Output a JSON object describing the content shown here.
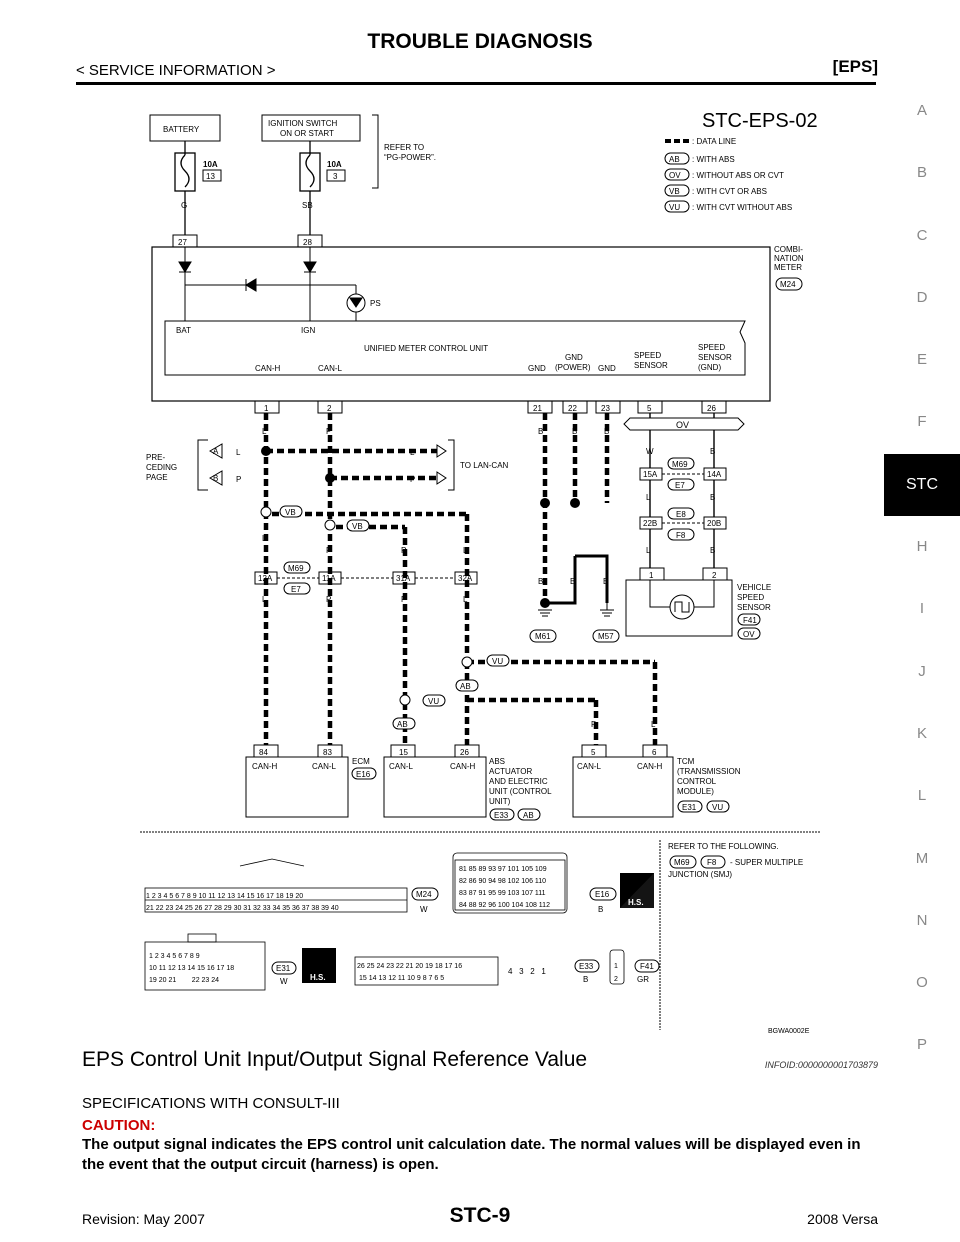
{
  "header": {
    "title": "TROUBLE DIAGNOSIS",
    "section": "< SERVICE INFORMATION >",
    "system": "[EPS]"
  },
  "side_index": [
    "A",
    "B",
    "C",
    "D",
    "E",
    "F",
    "STC",
    "H",
    "I",
    "J",
    "K",
    "L",
    "M",
    "N",
    "O",
    "P"
  ],
  "diagram": {
    "id": "STC-EPS-02",
    "image_code": "BGWA0002E",
    "legend": [
      {
        "symbol": "",
        "text": ": DATA LINE"
      },
      {
        "symbol": "AB",
        "text": ": WITH ABS"
      },
      {
        "symbol": "OV",
        "text": ": WITHOUT ABS OR CVT"
      },
      {
        "symbol": "VB",
        "text": ": WITH CVT OR ABS"
      },
      {
        "symbol": "VU",
        "text": ": WITH CVT WITHOUT ABS"
      }
    ],
    "battery": "BATTERY",
    "ignition": "IGNITION SWITCH",
    "ignition2": "ON OR START",
    "refer_to": "REFER TO",
    "refer_pg": "“PG-POWER”.",
    "fuse1": {
      "amp": "10A",
      "num": "13"
    },
    "fuse2": {
      "amp": "10A",
      "num": "3"
    },
    "wire_g": "G",
    "wire_sb": "SB",
    "combi_meter": [
      "COMBI-",
      "NATION",
      "METER"
    ],
    "m24": "M24",
    "ps": "PS",
    "bat": "BAT",
    "ign": "IGN",
    "umcu": "UNIFIED METER CONTROL UNIT",
    "pins": {
      "can_h": "CAN-H",
      "can_l": "CAN-L",
      "gnd": "GND",
      "gnd_power": [
        "GND",
        "(POWER)"
      ],
      "gnd2": "GND",
      "speed_sensor": [
        "SPEED",
        "SENSOR"
      ],
      "speed_sensor_gnd": [
        "SPEED",
        "SENSOR",
        "(GND)"
      ]
    },
    "preceding": [
      "PRE-",
      "CEDING",
      "PAGE"
    ],
    "to_lan": "TO LAN-CAN",
    "vss": [
      "VEHICLE",
      "SPEED",
      "SENSOR"
    ],
    "f41": "F41",
    "m61": "M61",
    "m57": "M57",
    "ecm": "ECM",
    "e16": "E16",
    "abs": [
      "ABS",
      "ACTUATOR",
      "AND ELECTRIC",
      "UNIT (CONTROL",
      "UNIT)"
    ],
    "e33": "E33",
    "tcm": [
      "TCM",
      "(TRANSMISSION",
      "CONTROL",
      "MODULE)"
    ],
    "e31": "E31",
    "refer_following": "REFER TO THE FOLLOWING.",
    "smj": "- SUPER MULTIPLE",
    "smj2": "JUNCTION (SMJ)",
    "m69": "M69",
    "f8": "F8",
    "hs": "H.S."
  },
  "section": {
    "title": "EPS Control Unit Input/Output Signal Reference Value",
    "infoid": "INFOID:0000000001703879",
    "spec": "SPECIFICATIONS WITH CONSULT-III",
    "caution_heading": "CAUTION:",
    "caution_text": "The output signal indicates the EPS control unit calculation date. The normal values will be displayed even in the event that the output circuit (harness) is open."
  },
  "footer": {
    "revision": "Revision: May 2007",
    "page": "STC-9",
    "model": "2008 Versa"
  }
}
